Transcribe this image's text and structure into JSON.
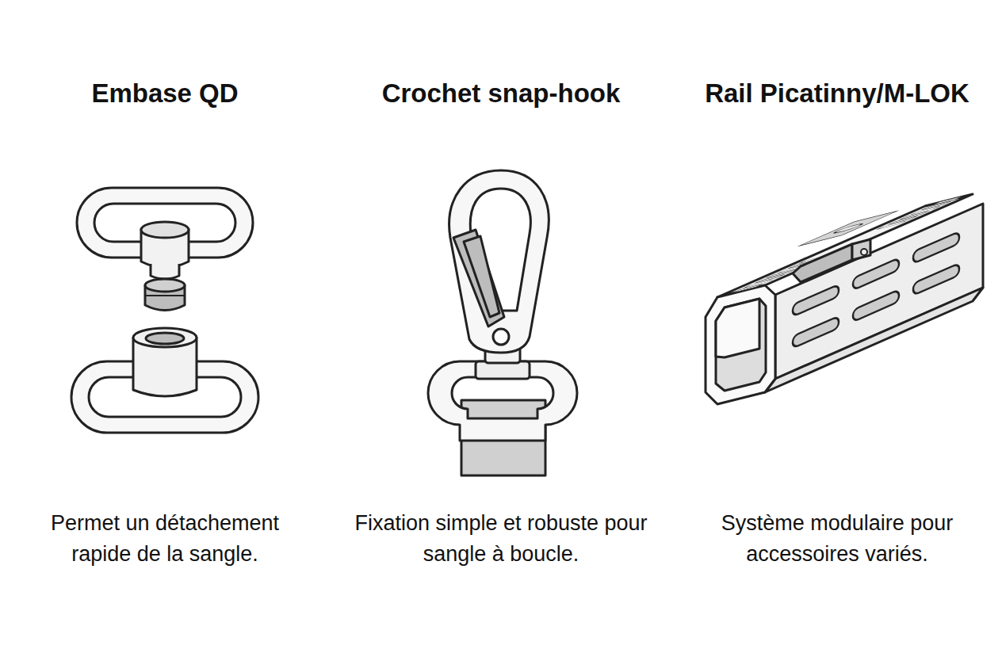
{
  "diagram": {
    "labels": [
      "Embase QD",
      "Permet un détachement rapide de la sangle.",
      "Crochet snap-hook",
      "Fixation simple et robuste pour sangle à boucle.",
      "Rail Picatinny/M-LOK",
      "Système modulaire pour accessoires variés."
    ]
  }
}
